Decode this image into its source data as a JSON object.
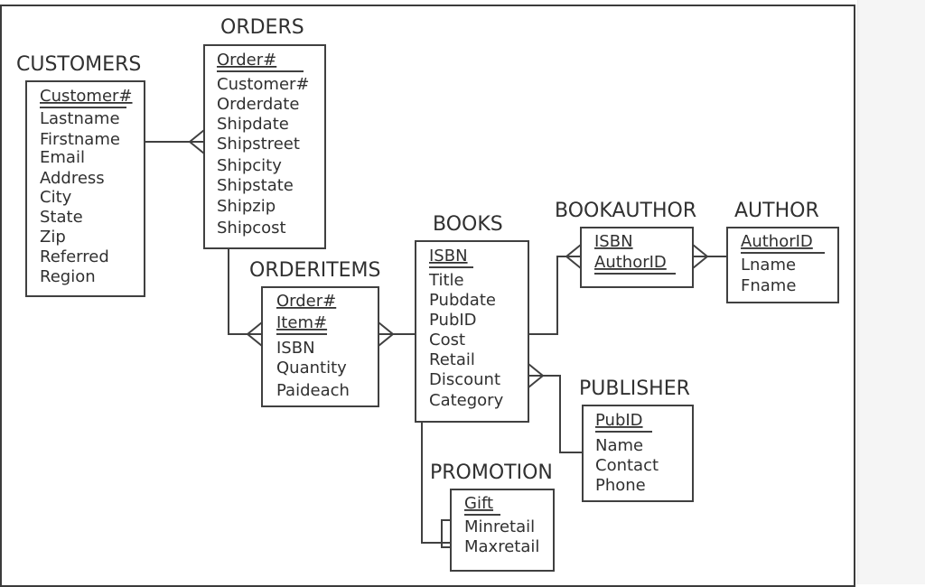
{
  "entities": {
    "customers": {
      "title": "CUSTOMERS",
      "keys": [
        "Customer#"
      ],
      "attributes": [
        "Lastname",
        "Firstname",
        "Email",
        "Address",
        "City",
        "State",
        "Zip",
        "Referred",
        "Region"
      ]
    },
    "orders": {
      "title": "ORDERS",
      "keys": [
        "Order#"
      ],
      "attributes": [
        "Customer#",
        "Orderdate",
        "Shipdate",
        "Shipstreet",
        "Shipcity",
        "Shipstate",
        "Shipzip",
        "Shipcost"
      ]
    },
    "orderitems": {
      "title": "ORDERITEMS",
      "keys": [
        "Order#",
        "Item#"
      ],
      "attributes": [
        "ISBN",
        "Quantity",
        "Paideach"
      ]
    },
    "books": {
      "title": "BOOKS",
      "keys": [
        "ISBN"
      ],
      "attributes": [
        "Title",
        "Pubdate",
        "PubID",
        "Cost",
        "Retail",
        "Discount",
        "Category"
      ]
    },
    "bookauthor": {
      "title": "BOOKAUTHOR",
      "keys": [
        "ISBN",
        "AuthorID"
      ],
      "attributes": []
    },
    "author": {
      "title": "AUTHOR",
      "keys": [
        "AuthorID"
      ],
      "attributes": [
        "Lname",
        "Fname"
      ]
    },
    "publisher": {
      "title": "PUBLISHER",
      "keys": [
        "PubID"
      ],
      "attributes": [
        "Name",
        "Contact",
        "Phone"
      ]
    },
    "promotion": {
      "title": "PROMOTION",
      "keys": [
        "Gift"
      ],
      "attributes": [
        "Minretail",
        "Maxretail"
      ]
    }
  }
}
